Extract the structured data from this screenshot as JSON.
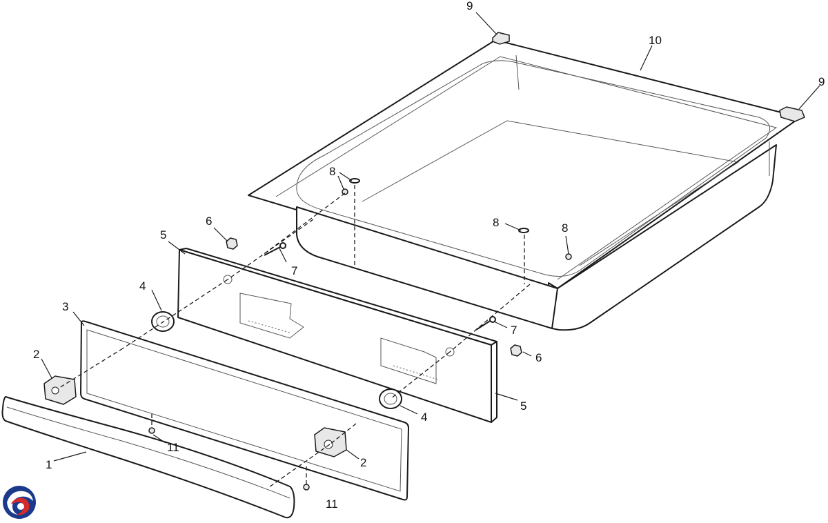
{
  "callouts": {
    "c1": "1",
    "c2a": "2",
    "c2b": "2",
    "c3": "3",
    "c4a": "4",
    "c4b": "4",
    "c5a": "5",
    "c5b": "5",
    "c6a": "6",
    "c6b": "6",
    "c7a": "7",
    "c7b": "7",
    "c8a": "8",
    "c8b": "8",
    "c8c": "8",
    "c9a": "9",
    "c9b": "9",
    "c10": "10",
    "c11a": "11",
    "c11b": "11"
  },
  "logo": {
    "colors": [
      "#1b3a8c",
      "#d42a2a"
    ]
  }
}
